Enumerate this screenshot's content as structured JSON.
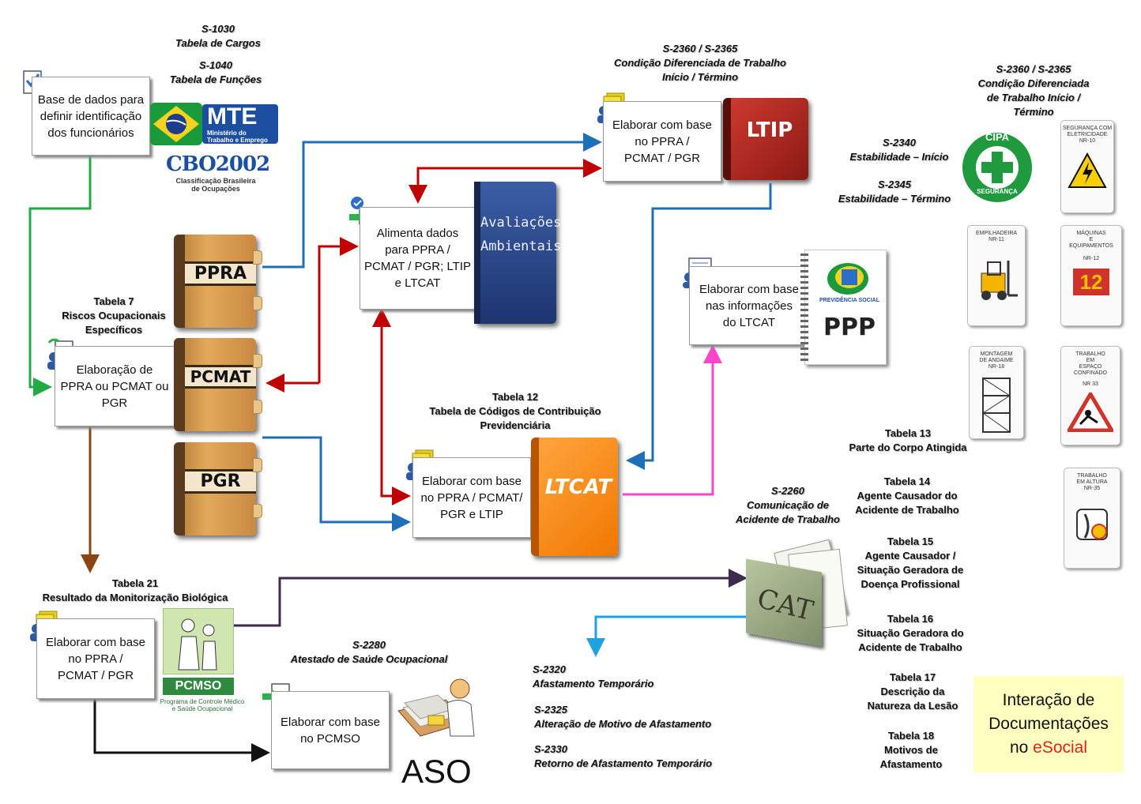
{
  "labels": {
    "s1030": {
      "code": "S-1030",
      "name": "Tabela de Cargos"
    },
    "s1040": {
      "code": "S-1040",
      "name": "Tabela de Funções"
    },
    "s2360a": {
      "code": "S-2360 / S-2365",
      "line1": "Condição Diferenciada de Trabalho",
      "line2": "Início / Término"
    },
    "s2360b": {
      "code": "S-2360 / S-2365",
      "line1": "Condição Diferenciada",
      "line2": "de Trabalho Início /",
      "line3": "Término"
    },
    "s2340": {
      "code": "S-2340",
      "name": "Estabilidade – Início"
    },
    "s2345": {
      "code": "S-2345",
      "name": "Estabilidade – Término"
    },
    "tab7": {
      "line1": "Tabela 7",
      "line2": "Riscos Ocupacionais",
      "line3": "Específicos"
    },
    "tab12": {
      "line1": "Tabela 12",
      "line2": "Tabela de Códigos de Contribuição",
      "line3": "Previdenciária"
    },
    "tab13": {
      "line1": "Tabela 13",
      "line2": "Parte do Corpo Atingida"
    },
    "tab14": {
      "line1": "Tabela 14",
      "line2": "Agente Causador do",
      "line3": "Acidente de Trabalho"
    },
    "tab15": {
      "line1": "Tabela 15",
      "line2": "Agente Causador /",
      "line3": "Situação Geradora de",
      "line4": "Doença Profissional"
    },
    "tab16": {
      "line1": "Tabela 16",
      "line2": "Situação Geradora do",
      "line3": "Acidente de Trabalho"
    },
    "tab17": {
      "line1": "Tabela 17",
      "line2": "Descrição da",
      "line3": "Natureza da Lesão"
    },
    "tab18": {
      "line1": "Tabela 18",
      "line2": "Motivos de",
      "line3": "Afastamento"
    },
    "tab21": {
      "line1": "Tabela 21",
      "line2": "Resultado da Monitorização Biológica"
    },
    "s2260": {
      "code": "S-2260",
      "line1": "Comunicação de",
      "line2": "Acidente de Trabalho"
    },
    "s2280": {
      "code": "S-2280",
      "name": "Atestado de Saúde Ocupacional"
    },
    "s2320": {
      "code": "S-2320",
      "name": "Afastamento Temporário"
    },
    "s2325": {
      "code": "S-2325",
      "name": "Alteração de Motivo de Afastamento"
    },
    "s2330": {
      "code": "S-2330",
      "name": "Retorno de Afastamento Temporário"
    }
  },
  "boxes": {
    "base": [
      "Base de dados para",
      "definir identificação",
      "dos funcionários"
    ],
    "elab_ppra": [
      "Elaboração de",
      "PPRA ou PCMAT ou",
      "PGR"
    ],
    "alimenta": [
      "Alimenta dados",
      "para PPRA /",
      "PCMAT / PGR; LTIP",
      "e LTCAT"
    ],
    "elab_ltip": [
      "Elaborar com base",
      "no PPRA /",
      "PCMAT / PGR"
    ],
    "elab_ppp": [
      "Elaborar com base",
      "nas informações",
      "do LTCAT"
    ],
    "elab_ltcat": [
      "Elaborar com base",
      "no PPRA / PCMAT/",
      "PGR e LTIP"
    ],
    "elab_pcmso": [
      "Elaborar com base",
      "no PPRA /",
      "PCMAT / PGR"
    ],
    "elab_aso": [
      "Elaborar com base",
      "no PCMSO"
    ]
  },
  "books": {
    "ppra": "PPRA",
    "pcmat": "PCMAT",
    "pgr": "PGR",
    "ltip": "LTIP",
    "ltcat": "LTCAT",
    "aval_line1": "Avaliações",
    "aval_line2": "Ambientais"
  },
  "logos": {
    "mte_big": "MTE",
    "mte_line1": "Ministério do",
    "mte_line2": "Trabalho e Emprego",
    "cbo": "CBO2002",
    "cbo_line1": "Classificação Brasileira",
    "cbo_line2": "de Ocupações",
    "ppp": "PPP",
    "prev": "PREVIDÊNCIA SOCIAL",
    "pcmso": "PCMSO",
    "pcmso_line1": "Programa de Controle Médico",
    "pcmso_line2": "e Saúde Ocupacional",
    "cat": "CAT",
    "aso": "ASO",
    "cipa_top": "CIPA",
    "cipa_bottom": "SEGURANÇA"
  },
  "signs": {
    "nr10": [
      "SEGURANÇA COM",
      "ELETRICIDADE",
      "NR-10"
    ],
    "nr11": [
      "EMPILHADEIRA",
      "NR-11"
    ],
    "nr12": [
      "MÁQUINAS",
      "E",
      "EQUIPAMENTOS",
      "NR-12"
    ],
    "nr18": [
      "MONTAGEM",
      "DE ANDAIME",
      "NR-18"
    ],
    "nr33": [
      "TRABALHO",
      "EM",
      "ESPAÇO",
      "CONFINADO",
      "NR 33"
    ],
    "nr35": [
      "TRABALHO",
      "EM ALTURA",
      "NR-35"
    ],
    "nr12_num": "12"
  },
  "title": {
    "line1": "Interação de",
    "line2": "Documentações",
    "line3_pre": "no ",
    "line3_accent": "eSocial"
  },
  "colors": {
    "blue": "#1f6fb8",
    "red": "#c00000",
    "green": "#22aa44",
    "brown": "#8b4513",
    "magenta": "#ff44cc",
    "purple": "#3d2b4f",
    "cyan": "#1fa2e0",
    "black": "#111111",
    "title_bg": "#ffffc0",
    "accent": "#e02020"
  }
}
